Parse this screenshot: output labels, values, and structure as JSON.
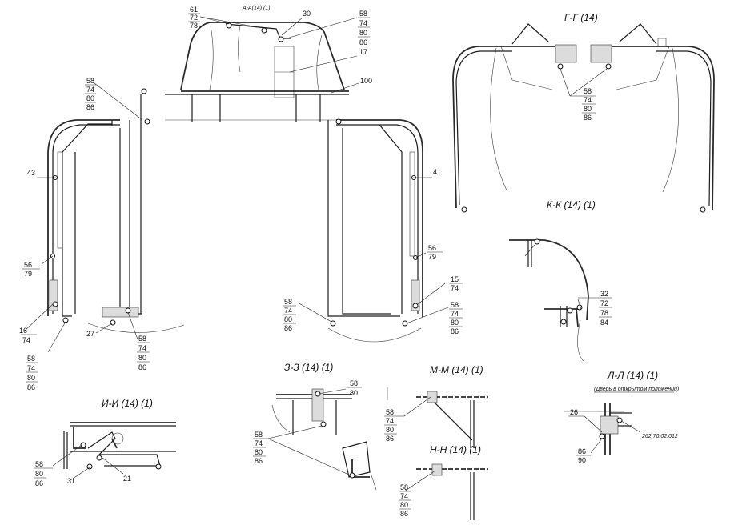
{
  "views": {
    "aa": {
      "title": "А-А(14) (1)"
    },
    "gg": {
      "title": "Г-Г (14)"
    },
    "kk": {
      "title": "К-К (14) (1)"
    },
    "zz": {
      "title": "З-З (14) (1)"
    },
    "mm": {
      "title": "М-М (14) (1)"
    },
    "ll": {
      "title": "Л-Л (14) (1)",
      "note": "(Дверь в открытом положении)"
    },
    "ii": {
      "title": "И-И (14) (1)"
    },
    "nn": {
      "title": "Н-Н (14) (1)"
    }
  },
  "callouts": {
    "c1": [
      "61",
      "72",
      "78"
    ],
    "c2": [
      "30"
    ],
    "c3": [
      "58",
      "74",
      "80",
      "86"
    ],
    "c4": [
      "17"
    ],
    "c5": [
      "100"
    ],
    "c6": [
      "58",
      "74",
      "80",
      "86"
    ],
    "c7": [
      "43"
    ],
    "c8": [
      "41"
    ],
    "c9": [
      "56",
      "79"
    ],
    "c10": [
      "56",
      "79"
    ],
    "c11": [
      "15",
      "74"
    ],
    "c12": [
      "16",
      "74"
    ],
    "c13": [
      "58",
      "74",
      "80",
      "86"
    ],
    "c14": [
      "27"
    ],
    "c15": [
      "58",
      "74",
      "80",
      "86"
    ],
    "c16": [
      "58",
      "74",
      "80",
      "86"
    ],
    "c17": [
      "58",
      "74",
      "80",
      "86"
    ],
    "c18": [
      "58",
      "74",
      "80",
      "86"
    ],
    "c19": [
      "32",
      "72",
      "78",
      "84"
    ],
    "c20": [
      "58",
      "80"
    ],
    "c21": [
      "58",
      "74",
      "80",
      "86"
    ],
    "c22": [
      "58",
      "74",
      "80",
      "86"
    ],
    "c23": [
      "26"
    ],
    "c24": [
      "262.70.02.012"
    ],
    "c25": [
      "86",
      "90"
    ],
    "c26": [
      "58",
      "80",
      "86"
    ],
    "c27": [
      "31"
    ],
    "c28": [
      "21"
    ],
    "c29": [
      "58",
      "74",
      "80",
      "86"
    ]
  }
}
